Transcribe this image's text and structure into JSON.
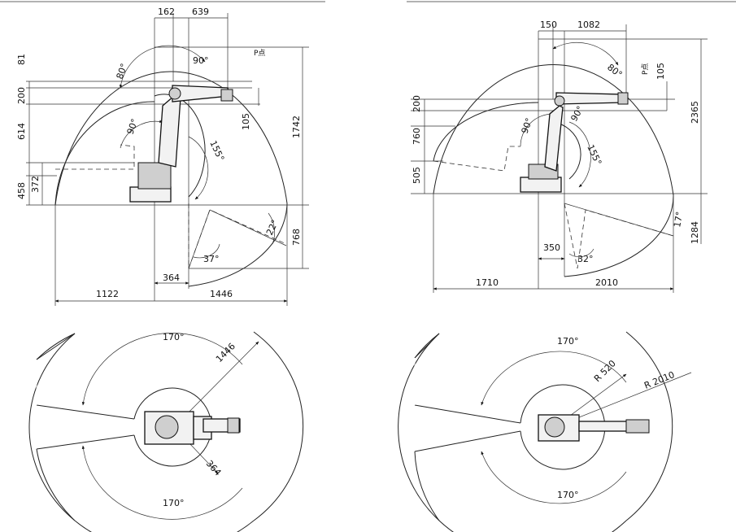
{
  "panels": {
    "tl": {
      "dims_top": [
        "162",
        "639"
      ],
      "dims_left": [
        "81",
        "200",
        "614",
        "458",
        "372"
      ],
      "dims_right": [
        "105",
        "1742",
        "768"
      ],
      "dims_bottom": [
        "364",
        "1122",
        "1446"
      ],
      "angles": [
        "80°",
        "90°",
        "90°",
        "155°",
        "22°",
        "37°"
      ],
      "p_point": "P点"
    },
    "tr": {
      "dims_top": [
        "150",
        "1082"
      ],
      "dims_left": [
        "200",
        "760",
        "505"
      ],
      "dims_right": [
        "105",
        "2365",
        "1284"
      ],
      "dims_bottom": [
        "350",
        "1710",
        "2010"
      ],
      "angles": [
        "80°",
        "90°",
        "90°",
        "155°",
        "17°",
        "32°"
      ],
      "p_point": "P点"
    },
    "bl": {
      "angle_top": "170°",
      "angle_bottom": "170°",
      "radius_outer": "1446",
      "radius_inner": "364"
    },
    "br": {
      "angle_top": "170°",
      "angle_bottom": "170°",
      "radius_outer": "R 2010",
      "radius_inner": "R 520"
    }
  }
}
